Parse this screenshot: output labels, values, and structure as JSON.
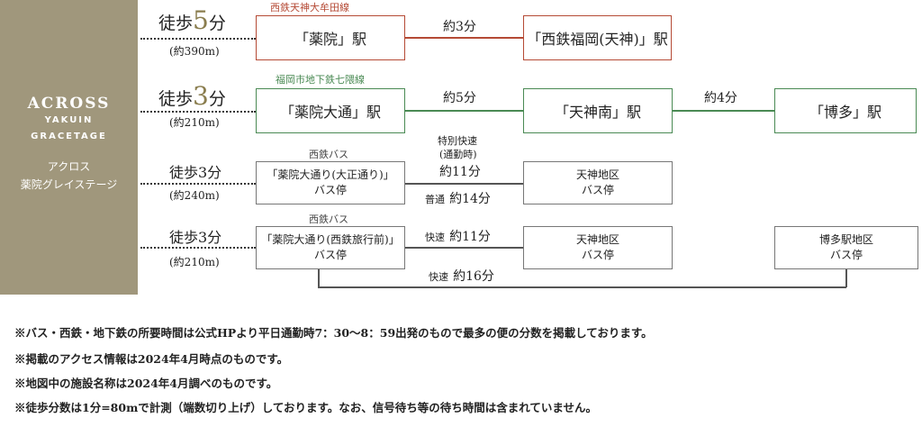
{
  "brand": {
    "logo_line1": "ACROSS",
    "logo_line2": "YAKUIN",
    "logo_line3": "GRACETAGE",
    "name_line1": "アクロス",
    "name_line2": "薬院グレイステージ",
    "bg_color": "#a0977c"
  },
  "rows": [
    {
      "walk_prefix": "徒歩",
      "walk_num": "5",
      "walk_suffix": "分",
      "distance": "(約390m)",
      "line_label": "西鉄天神大牟田線",
      "from_station": "「薬院」駅",
      "time": "約3分",
      "to_station": "「西鉄福岡(天神)」駅"
    },
    {
      "walk_prefix": "徒歩",
      "walk_num": "3",
      "walk_suffix": "分",
      "distance": "(約210m)",
      "line_label": "福岡市地下鉄七隈線",
      "from_station": "「薬院大通」駅",
      "time1": "約5分",
      "mid_station": "「天神南」駅",
      "time2": "約4分",
      "to_station": "「博多」駅"
    },
    {
      "walk": "徒歩3分",
      "distance": "(約240m)",
      "line_label": "西鉄バス",
      "stop_line1": "「薬院大通り(大正通り)」",
      "stop_line2": "バス停",
      "express_label_line1": "特別快速",
      "express_label_line2": "(通勤時)",
      "express_time": "約11分",
      "normal_label": "普通",
      "normal_time": "約14分",
      "dest_line1": "天神地区",
      "dest_line2": "バス停"
    },
    {
      "walk": "徒歩3分",
      "distance": "(約210m)",
      "line_label": "西鉄バス",
      "stop_line1": "「薬院大通り(西鉄旅行前)」",
      "stop_line2": "バス停",
      "rapid_label": "快速",
      "rapid_time": "約11分",
      "dest1_line1": "天神地区",
      "dest1_line2": "バス停",
      "dest2_line1": "博多駅地区",
      "dest2_line2": "バス停",
      "rapid2_label": "快速",
      "rapid2_time": "約16分"
    }
  ],
  "notes": [
    "※バス・西鉄・地下鉄の所要時間は公式HPより平日通勤時7：30～8：59出発のもので最多の便の分数を掲載しております。",
    "※掲載のアクセス情報は2024年4月時点のものです。",
    "※地図中の施設名称は2024年4月調べのものです。",
    "※徒歩分数は1分=80mで計測（端数切り上げ）しております。なお、信号待ち等の待ち時間は含まれていません。"
  ],
  "colors": {
    "red_line": "#b54a35",
    "green_line": "#4a8a54",
    "accent_number": "#8a7d4e"
  }
}
